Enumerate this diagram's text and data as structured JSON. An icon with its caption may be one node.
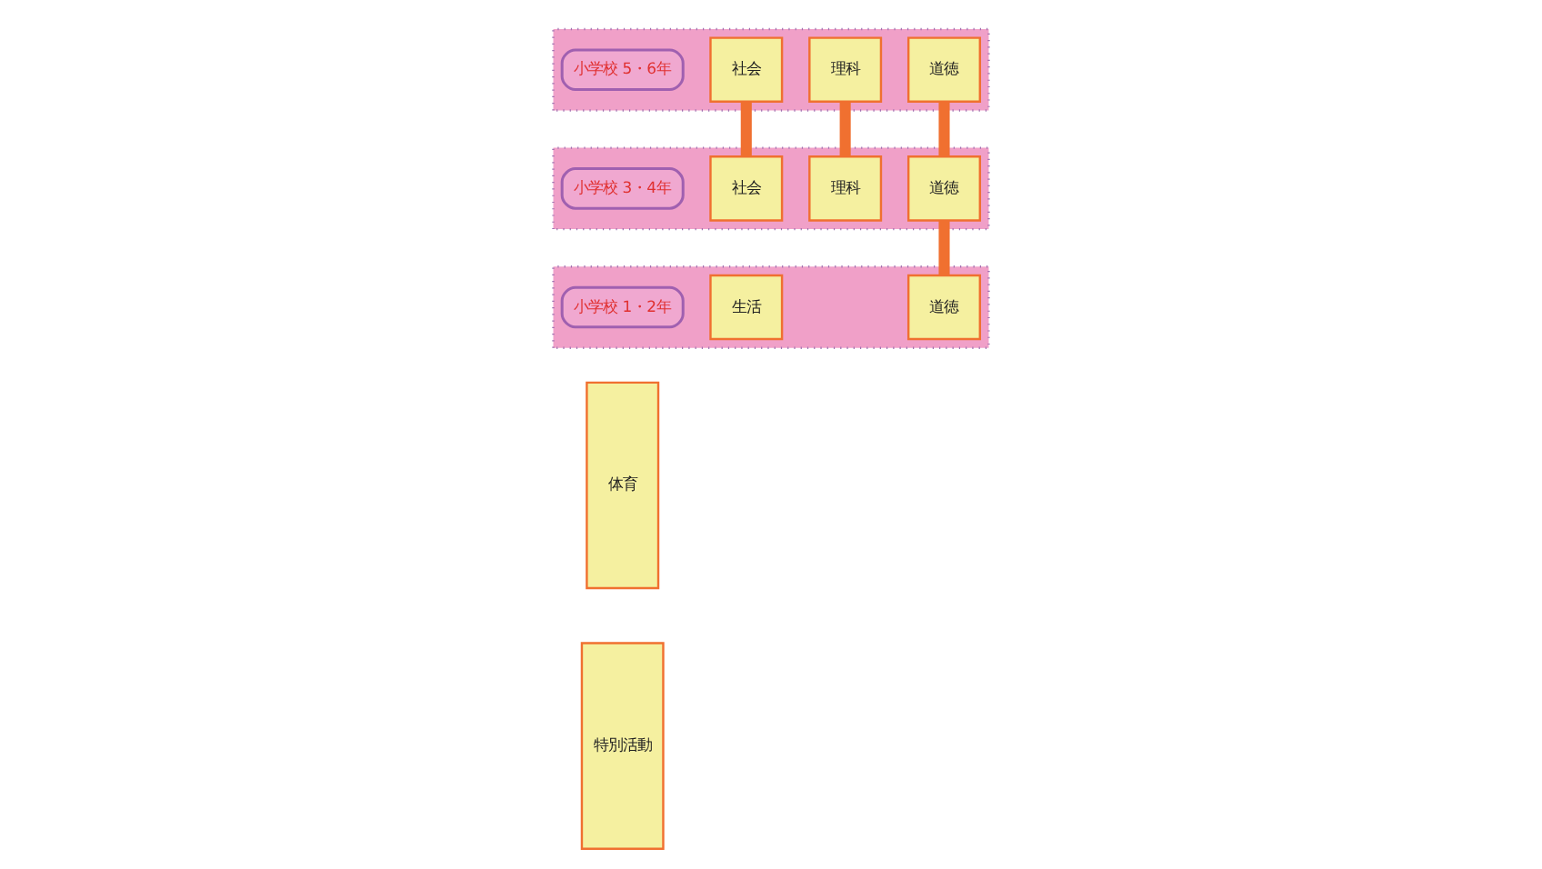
{
  "diagram": {
    "nodes": [
      {
        "text": [],
        "shape": "band"
      },
      {
        "text": [
          "小学校 5・6年"
        ],
        "in": 0
      },
      {
        "text": [
          "社会"
        ],
        "in": 0
      },
      {
        "text": [
          "理科"
        ],
        "in": 0
      },
      {
        "text": [
          "道徳"
        ],
        "in": 0
      },
      {
        "text": [],
        "shape": "band"
      },
      {
        "text": [
          "小学校 3・4年"
        ],
        "in": 5
      },
      {
        "text": [
          "社会"
        ],
        "in": 5
      },
      {
        "text": [
          "理科"
        ],
        "in": 5
      },
      {
        "text": [
          "道徳"
        ],
        "in": 5
      },
      {
        "text": [],
        "shape": "band"
      },
      {
        "text": [
          "小学校 1・2年"
        ],
        "in": 10
      },
      {
        "text": [
          "生活"
        ],
        "in": 10
      },
      {
        "text": [
          "道徳"
        ],
        "in": 10
      },
      {
        "text": [
          "体育"
        ]
      },
      {
        "text": [
          "特別活動"
        ]
      }
    ],
    "edges": [
      {
        "from": 2,
        "to": 7,
        "arrow": "none"
      },
      {
        "from": 3,
        "to": 8,
        "arrow": "none"
      },
      {
        "from": 4,
        "to": 9,
        "arrow": "none"
      },
      {
        "from": 9,
        "to": 13,
        "arrow": "none"
      }
    ]
  }
}
